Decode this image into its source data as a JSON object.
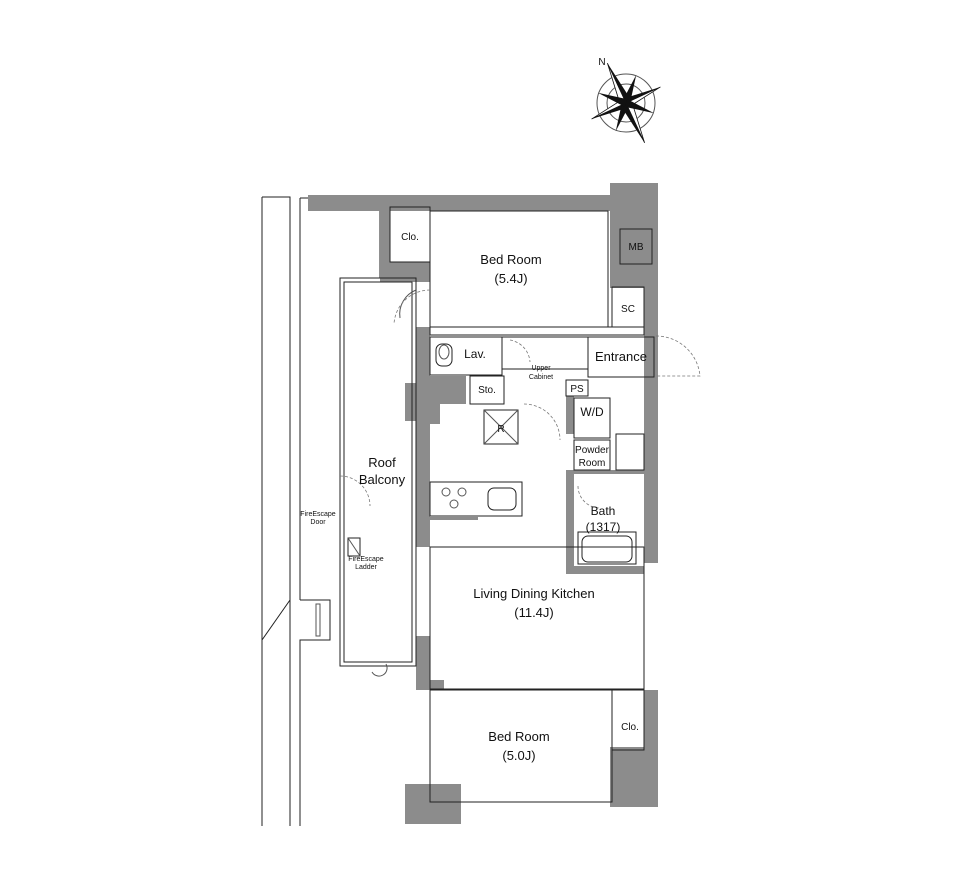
{
  "compass": {
    "north_label": "N"
  },
  "rooms": {
    "bed_room_1": {
      "name": "Bed Room",
      "size": "(5.4J)"
    },
    "bed_room_2": {
      "name": "Bed Room",
      "size": "(5.0J)"
    },
    "ldk": {
      "name": "Living Dining Kitchen",
      "size": "(11.4J)"
    },
    "roof_balcony": {
      "line1": "Roof",
      "line2": "Balcony"
    },
    "bath": {
      "name": "Bath",
      "size": "(1317)"
    },
    "powder_room": {
      "line1": "Powder",
      "line2": "Room"
    },
    "entrance": {
      "name": "Entrance"
    },
    "lav": {
      "name": "Lav."
    },
    "sto": {
      "name": "Sto."
    },
    "wd": {
      "name": "W/D"
    },
    "ps": {
      "name": "PS"
    },
    "mb": {
      "name": "MB"
    },
    "sc": {
      "name": "SC"
    },
    "clo_top": {
      "name": "Clo."
    },
    "clo_bottom": {
      "name": "Clo."
    },
    "refrigerator": {
      "name": "R"
    },
    "upper_cabinet": {
      "line1": "Upper",
      "line2": "Cabinet"
    },
    "fire_escape_door": {
      "line1": "FireEscape",
      "line2": "Door"
    },
    "fire_escape_ladder": {
      "line1": "FireEscape",
      "line2": "Ladder"
    }
  }
}
